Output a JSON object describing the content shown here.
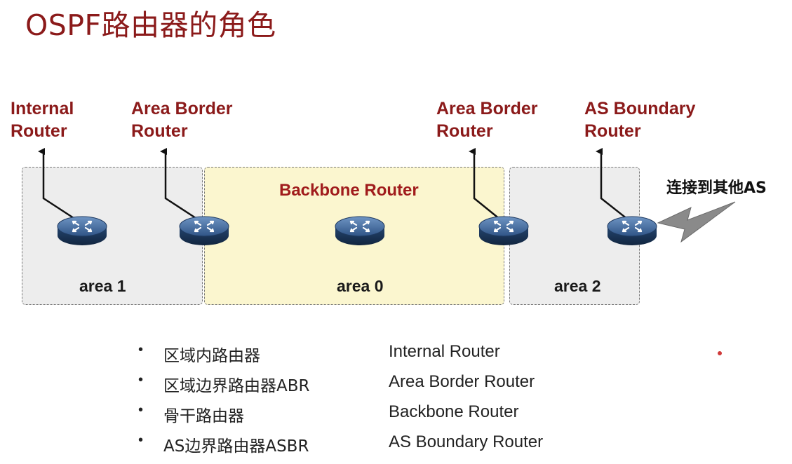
{
  "title": "OSPF路由器的角色",
  "callouts": {
    "internal": "Internal\nRouter",
    "abr_left": "Area Border\nRouter",
    "abr_right": "Area Border\nRouter",
    "asbr": "AS Boundary\nRouter"
  },
  "areas": {
    "area1": "area 1",
    "area0": "area 0",
    "area2": "area 2"
  },
  "backbone_label": "Backbone Router",
  "other_as_label": "连接到其他AS",
  "legend": [
    {
      "bullet": "•",
      "cn": "区域内路由器",
      "en": "Internal Router"
    },
    {
      "bullet": "•",
      "cn": "区域边界路由器ABR",
      "en": "Area Border Router"
    },
    {
      "bullet": "•",
      "cn": "骨干路由器",
      "en": "Backbone Router"
    },
    {
      "bullet": "•",
      "cn": "AS边界路由器ASBR",
      "en": "AS Boundary Router"
    }
  ],
  "colors": {
    "title": "#8b1a1a",
    "callout": "#8b1a1a",
    "backbone_fill": "#fbf6cf",
    "area_fill": "#ededed",
    "router_body": "#2c4f7c"
  },
  "icons": {
    "router": "router-icon",
    "link": "lightning-link-icon"
  }
}
